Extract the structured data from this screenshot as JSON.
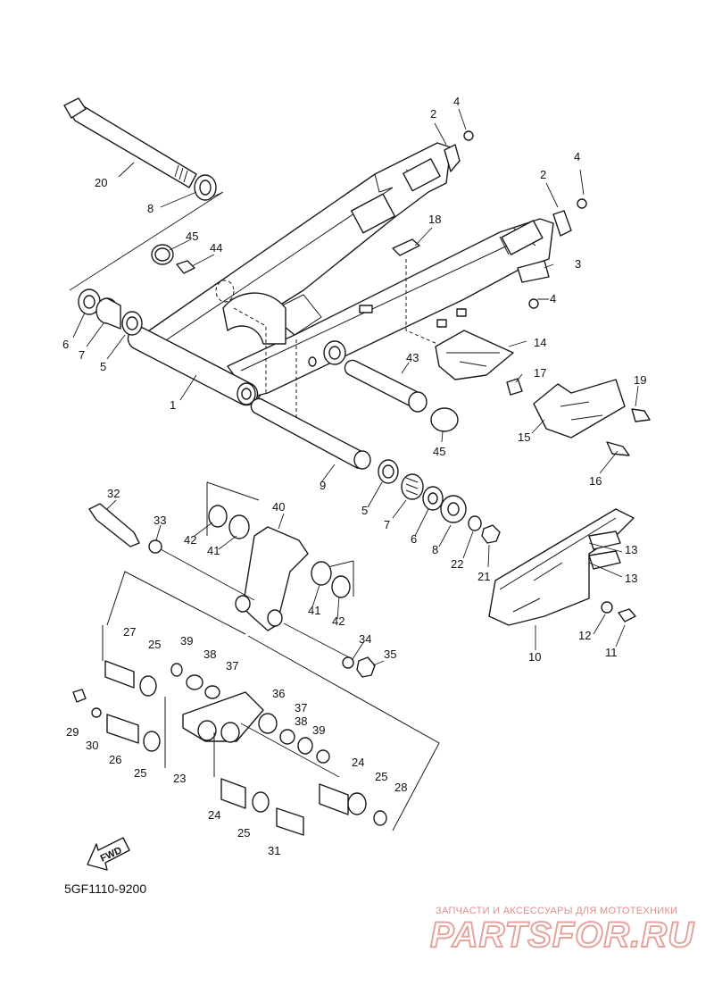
{
  "diagram_code": "5GF1110-9200",
  "watermark": {
    "subtitle": "ЗАПЧАСТИ И АКСЕССУАРЫ ДЛЯ МОТОТЕХНИКИ",
    "brand": "PARTSFOR.RU"
  },
  "fwd_label": "FWD",
  "callouts": [
    {
      "id": "c1",
      "label": "1"
    },
    {
      "id": "c2a",
      "label": "2"
    },
    {
      "id": "c2b",
      "label": "2"
    },
    {
      "id": "c3",
      "label": "3"
    },
    {
      "id": "c4a",
      "label": "4"
    },
    {
      "id": "c4b",
      "label": "4"
    },
    {
      "id": "c4c",
      "label": "4"
    },
    {
      "id": "c5a",
      "label": "5"
    },
    {
      "id": "c5b",
      "label": "5"
    },
    {
      "id": "c6a",
      "label": "6"
    },
    {
      "id": "c6b",
      "label": "6"
    },
    {
      "id": "c7a",
      "label": "7"
    },
    {
      "id": "c7b",
      "label": "7"
    },
    {
      "id": "c8a",
      "label": "8"
    },
    {
      "id": "c8b",
      "label": "8"
    },
    {
      "id": "c9",
      "label": "9"
    },
    {
      "id": "c10",
      "label": "10"
    },
    {
      "id": "c11",
      "label": "11"
    },
    {
      "id": "c12",
      "label": "12"
    },
    {
      "id": "c13a",
      "label": "13"
    },
    {
      "id": "c13b",
      "label": "13"
    },
    {
      "id": "c14",
      "label": "14"
    },
    {
      "id": "c15",
      "label": "15"
    },
    {
      "id": "c16",
      "label": "16"
    },
    {
      "id": "c17",
      "label": "17"
    },
    {
      "id": "c18",
      "label": "18"
    },
    {
      "id": "c19",
      "label": "19"
    },
    {
      "id": "c20",
      "label": "20"
    },
    {
      "id": "c21",
      "label": "21"
    },
    {
      "id": "c22",
      "label": "22"
    },
    {
      "id": "c23",
      "label": "23"
    },
    {
      "id": "c24a",
      "label": "24"
    },
    {
      "id": "c24b",
      "label": "24"
    },
    {
      "id": "c25a",
      "label": "25"
    },
    {
      "id": "c25b",
      "label": "25"
    },
    {
      "id": "c25c",
      "label": "25"
    },
    {
      "id": "c25d",
      "label": "25"
    },
    {
      "id": "c26",
      "label": "26"
    },
    {
      "id": "c27",
      "label": "27"
    },
    {
      "id": "c28",
      "label": "28"
    },
    {
      "id": "c29",
      "label": "29"
    },
    {
      "id": "c30",
      "label": "30"
    },
    {
      "id": "c31",
      "label": "31"
    },
    {
      "id": "c32",
      "label": "32"
    },
    {
      "id": "c33",
      "label": "33"
    },
    {
      "id": "c34",
      "label": "34"
    },
    {
      "id": "c35",
      "label": "35"
    },
    {
      "id": "c36",
      "label": "36"
    },
    {
      "id": "c37a",
      "label": "37"
    },
    {
      "id": "c37b",
      "label": "37"
    },
    {
      "id": "c38a",
      "label": "38"
    },
    {
      "id": "c38b",
      "label": "38"
    },
    {
      "id": "c39a",
      "label": "39"
    },
    {
      "id": "c39b",
      "label": "39"
    },
    {
      "id": "c40",
      "label": "40"
    },
    {
      "id": "c41a",
      "label": "41"
    },
    {
      "id": "c41b",
      "label": "41"
    },
    {
      "id": "c42a",
      "label": "42"
    },
    {
      "id": "c42b",
      "label": "42"
    },
    {
      "id": "c43",
      "label": "43"
    },
    {
      "id": "c44",
      "label": "44"
    },
    {
      "id": "c45a",
      "label": "45"
    },
    {
      "id": "c45b",
      "label": "45"
    }
  ],
  "colors": {
    "line": "#1a1a1a",
    "watermark": "#d0584f"
  }
}
